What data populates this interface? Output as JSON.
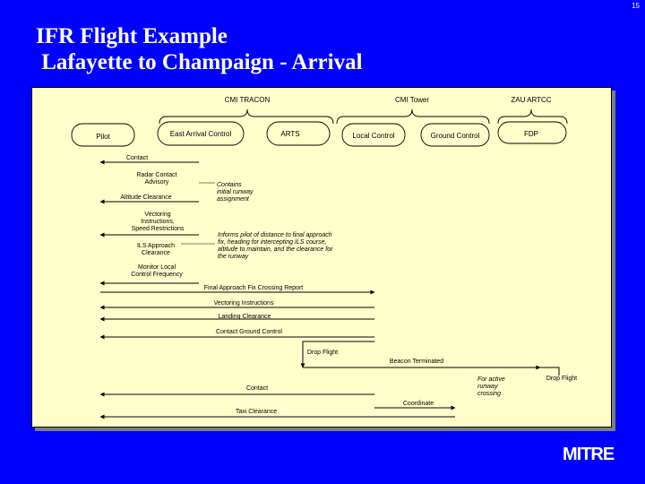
{
  "page_number": "15",
  "title": "IFR Flight Example\n Lafayette to Champaign - Arrival",
  "logo": "MITRE",
  "groups": {
    "tracon": "CMI TRACON",
    "tower": "CMI Tower",
    "artcc": "ZAU ARTCC"
  },
  "actors": {
    "pilot": "Pilot",
    "east_arrival": "East Arrival Control",
    "arts": "ARTS",
    "local": "Local Control",
    "ground": "Ground Control",
    "fdp": "FDP"
  },
  "messages": {
    "contact1": "Contact",
    "radar_contact": "Radar Contact\nAdvisory",
    "altitude": "Altitude Clearance",
    "vectoring1": "Vectoring\nInstructions,\nSpeed Restrictions",
    "ils": "ILS Approach\nClearance",
    "monitor": "Monitor Local\nControl Frequency",
    "final_fix": "Final Approach Fix Crossing Report",
    "vectoring2": "Vectoring Instructions",
    "landing": "Landing Clearance",
    "contact_ground": "Contact Ground Control",
    "drop_flight1": "Drop Flight",
    "beacon": "Beacon Terminated",
    "drop_flight2": "Drop Flight",
    "contact2": "Contact",
    "coordinate": "Coordinate",
    "taxi": "Taxi Clearance"
  },
  "notes": {
    "runway": "Contains\ninitial runway\nassignment",
    "informs": "Informs pilot of distance to final approach\nfix, heading for intercepting ILS course,\naltitude to maintain, and the clearance for\nthe runway",
    "crossing": "For active\nrunway\ncrossing"
  }
}
